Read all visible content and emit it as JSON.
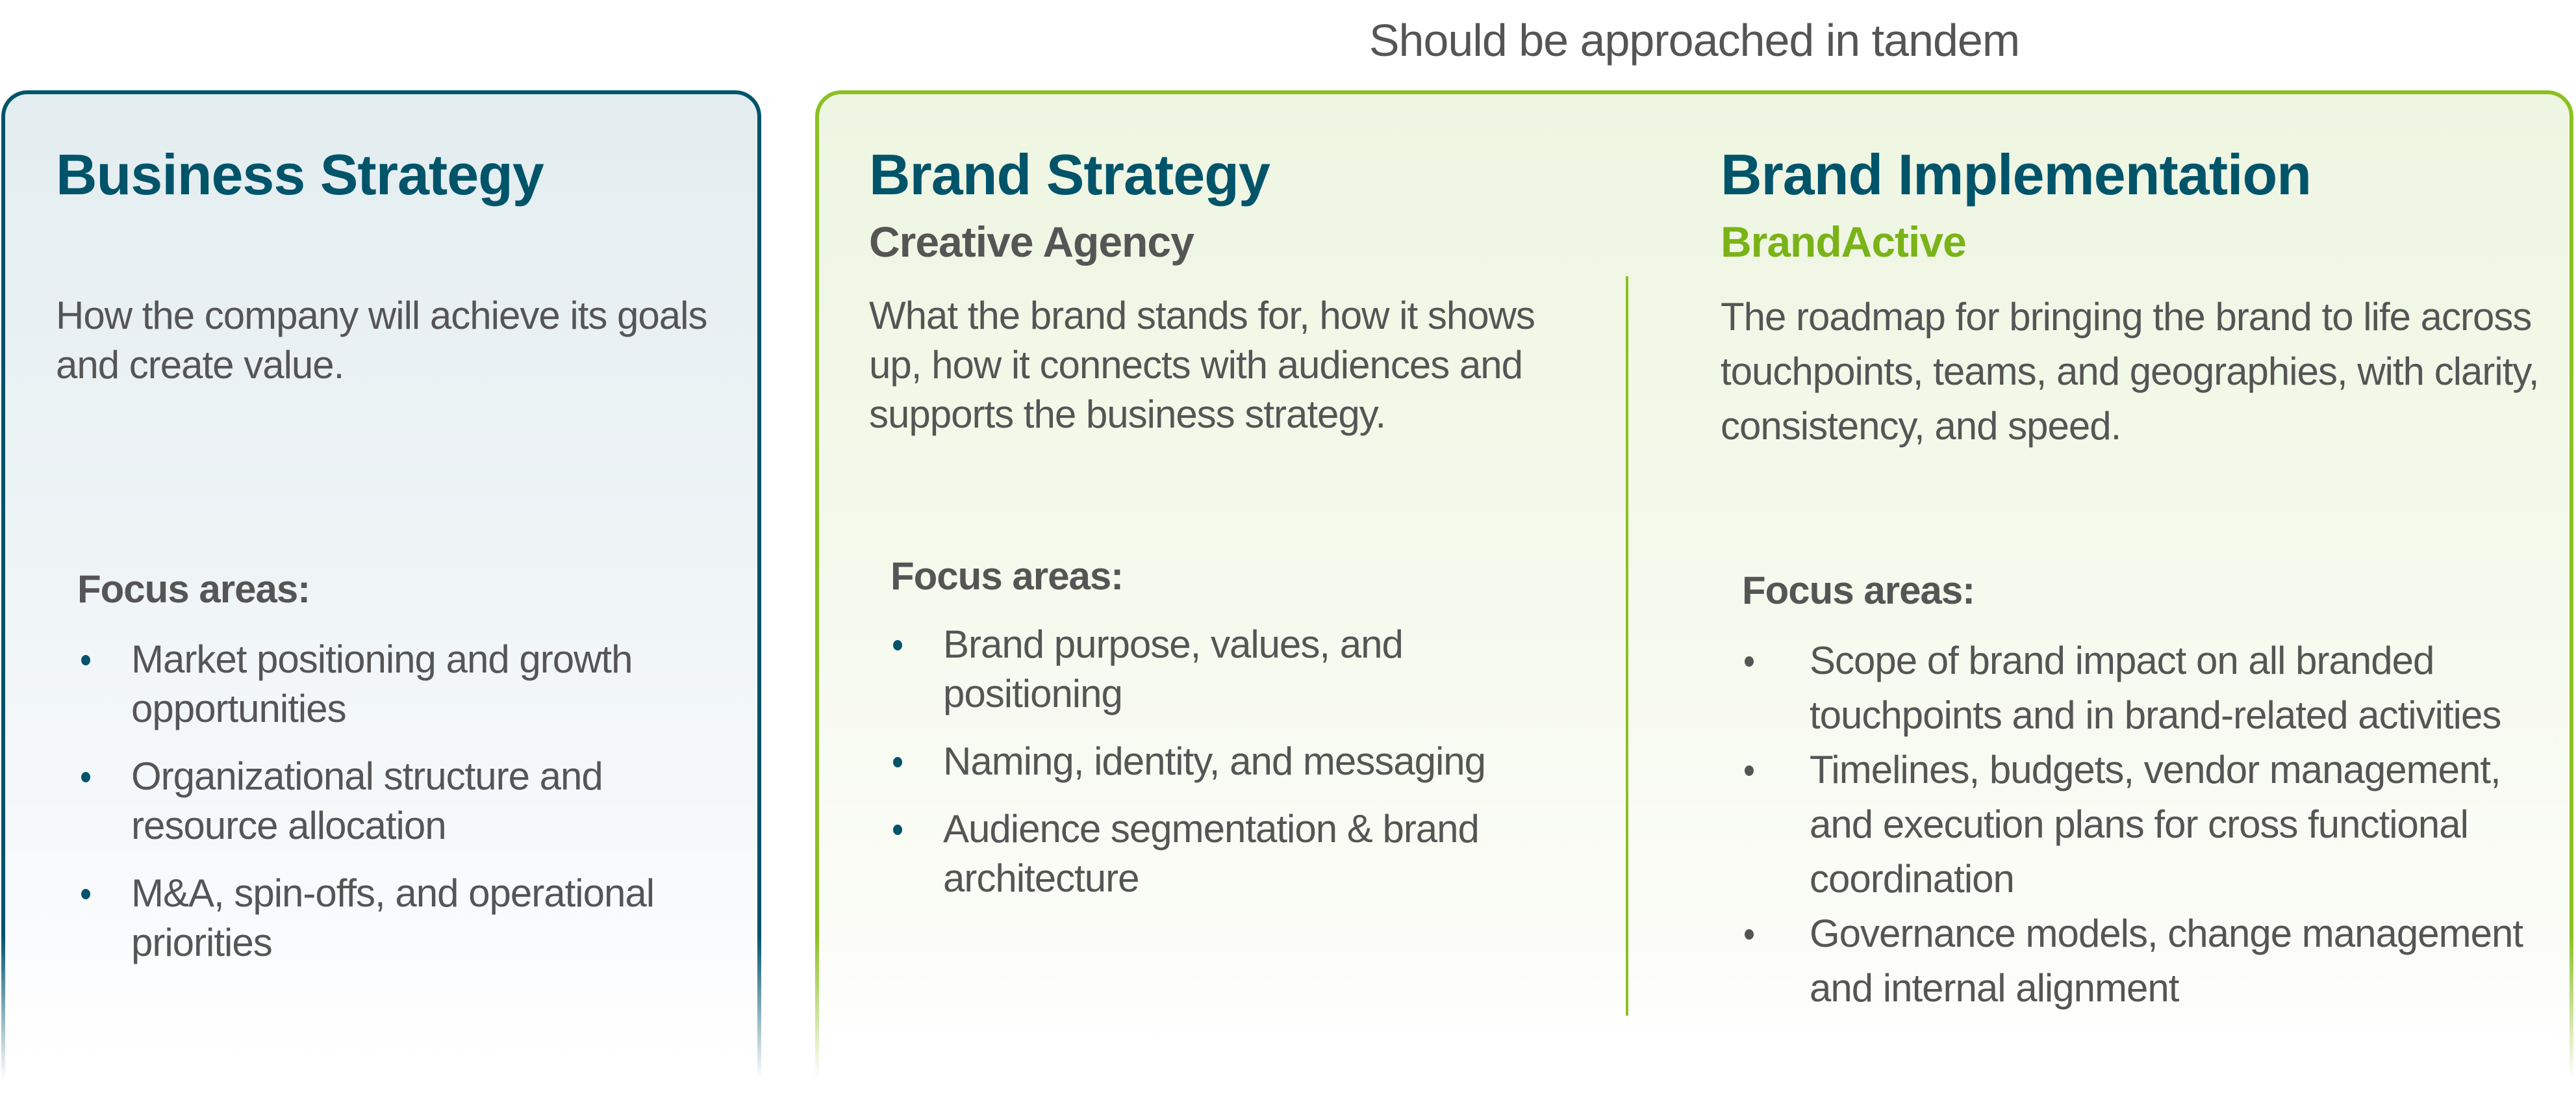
{
  "caption": "Should be approached in tandem",
  "business": {
    "title": "Business Strategy",
    "description": "How the company will achieve its goals and create value.",
    "focus_label": "Focus areas:",
    "items": [
      "Market positioning and growth opportunities",
      "Organizational structure and resource allocation",
      "M&A, spin-offs, and operational priorities"
    ]
  },
  "brand_strategy": {
    "title": "Brand Strategy",
    "subtitle": "Creative Agency",
    "description": "What the brand stands for, how it shows up, how it connects with audiences and supports the business strategy.",
    "focus_label": "Focus areas:",
    "items": [
      "Brand purpose, values, and positioning",
      "Naming, identity, and messaging",
      "Audience segmentation & brand architecture"
    ]
  },
  "brand_implementation": {
    "title": "Brand Implementation",
    "subtitle": "BrandActive",
    "description": "The roadmap for bringing the brand to life across touchpoints, teams, and geographies, with clarity, consistency, and speed.",
    "focus_label": "Focus areas:",
    "items": [
      "Scope of brand impact on all branded touchpoints and in brand-related activities",
      "Timelines, budgets, vendor management, and execution plans for cross functional coordination",
      "Governance models, change management and internal alignment"
    ]
  },
  "colors": {
    "teal": "#00546a",
    "green": "#8cc021",
    "text": "#555555"
  }
}
